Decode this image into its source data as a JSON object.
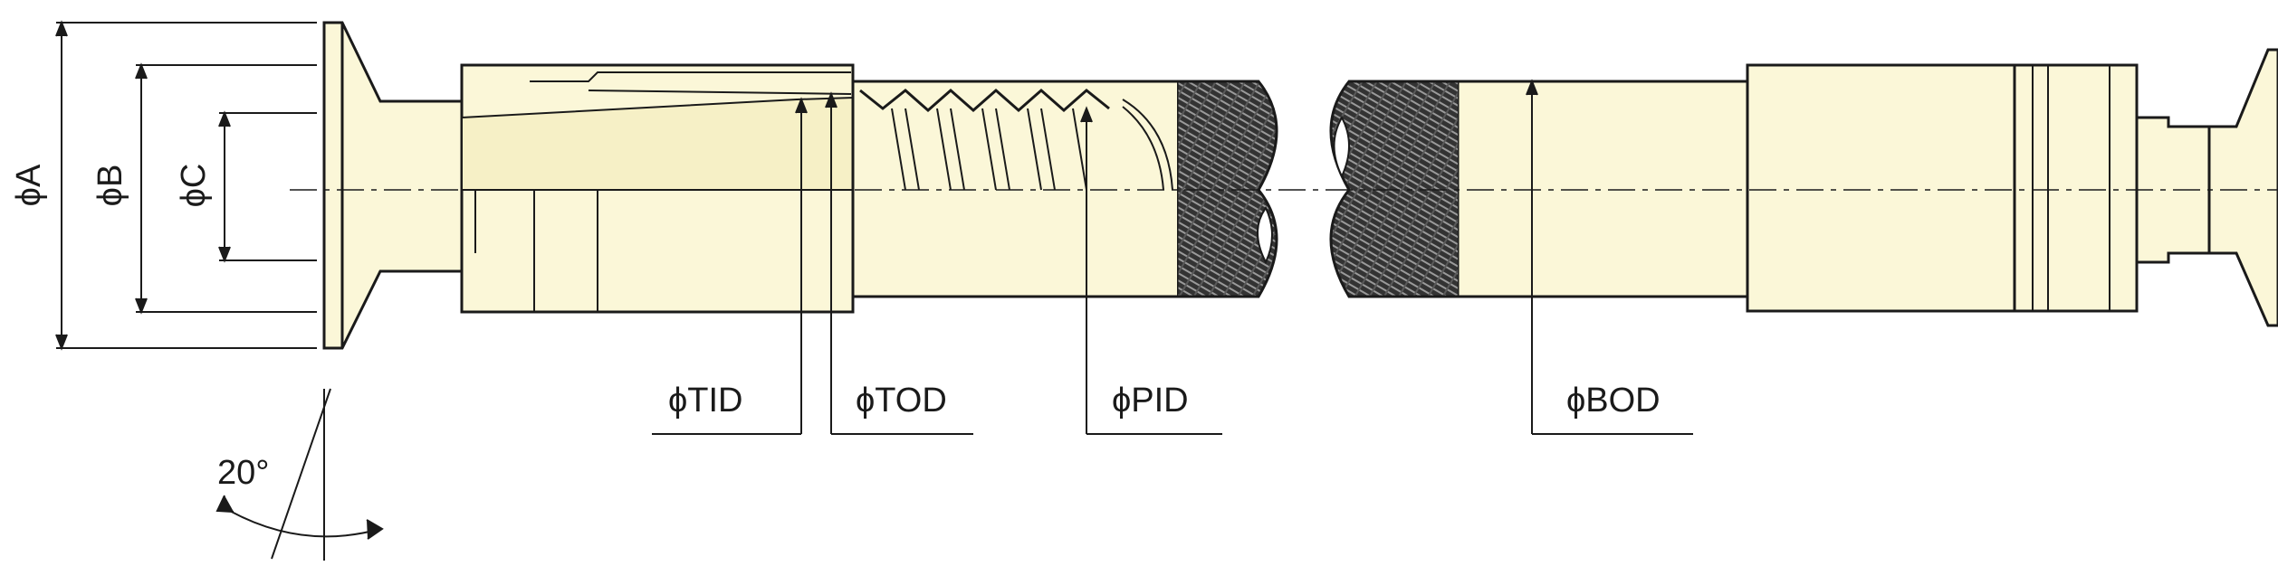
{
  "colors": {
    "paper": "#ffffff",
    "part_fill": "#fbf7d8",
    "outline": "#1a1a1a",
    "braid": "#333333",
    "hatch": "#777777"
  },
  "labels": {
    "phi_A": "ϕA",
    "phi_B": "ϕB",
    "phi_C": "ϕC",
    "phi_TID": "ϕTID",
    "phi_TOD": "ϕTOD",
    "phi_PID": "ϕPID",
    "phi_BOD": "ϕBOD",
    "angle": "20°"
  }
}
